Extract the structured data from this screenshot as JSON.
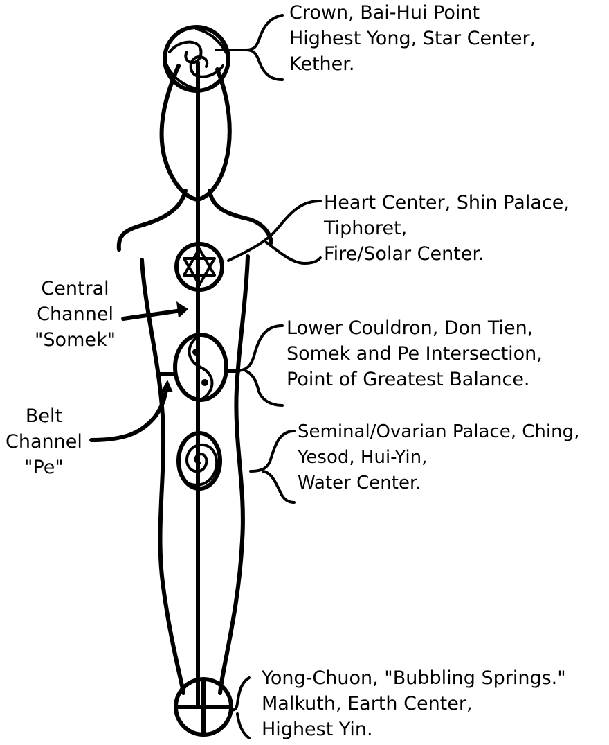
{
  "labels": {
    "crown": [
      "Crown, Bai-Hui Point",
      "Highest Yong, Star Center,",
      "Kether."
    ],
    "heart": [
      "Heart Center, Shin Palace,",
      "Tiphoret,",
      "Fire/Solar Center."
    ],
    "central": [
      "Central",
      "Channel",
      "\"Somek\""
    ],
    "lower": [
      "Lower Couldron, Don Tien,",
      "Somek and Pe Intersection,",
      "Point of Greatest Balance."
    ],
    "belt": [
      "Belt",
      "Channel",
      "\"Pe\""
    ],
    "seminal": [
      "Seminal/Ovarian Palace, Ching,",
      "Yesod, Hui-Yin,",
      "Water Center."
    ],
    "yong": [
      "Yong-Chuon, \"Bubbling Springs.\"",
      "Malkuth, Earth Center,",
      "Highest Yin."
    ]
  },
  "icons": {
    "crown": "swirl-circle-icon",
    "heart": "star-of-david-icon",
    "lower": "yin-yang-icon",
    "seminal": "spiral-icon",
    "earth": "cross-circle-icon"
  }
}
